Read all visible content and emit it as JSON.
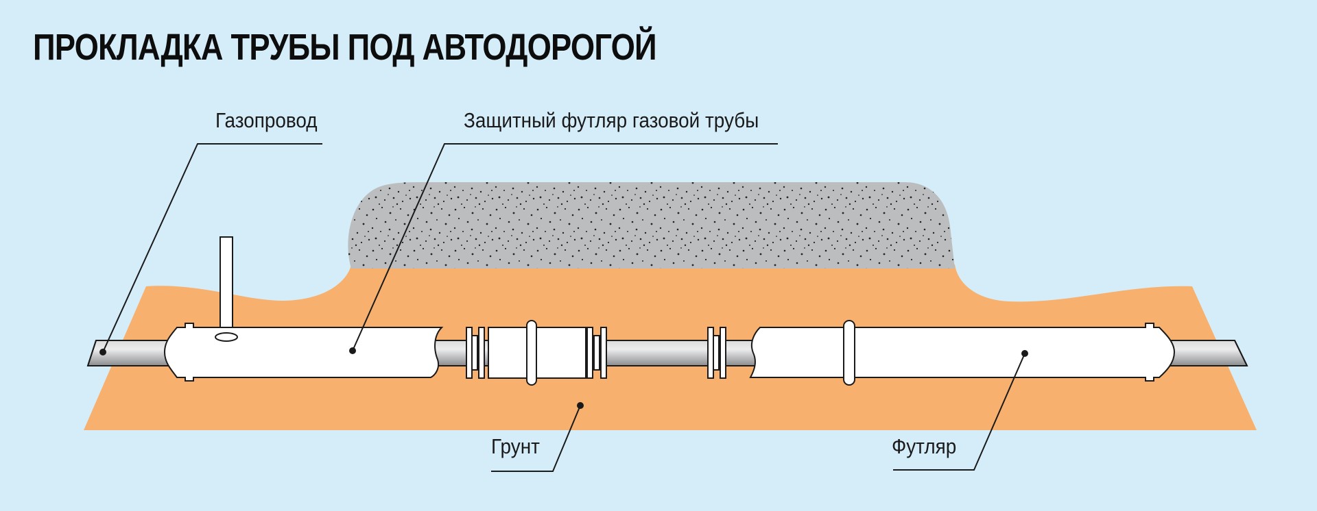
{
  "title": "ПРОКЛАДКА ТРУБЫ ПОД АВТОДОРОГОЙ",
  "labels": {
    "gas_pipeline": "Газопровод",
    "protective_case": "Защитный футляр газовой трубы",
    "soil": "Грунт",
    "case": "Футляр"
  },
  "colors": {
    "background": "#d5edf9",
    "soil": "#f7b06d",
    "road": "#bcbdbf",
    "pipe": "#a7a9ac",
    "case": "#ffffff",
    "outline": "#1a1a1a"
  }
}
